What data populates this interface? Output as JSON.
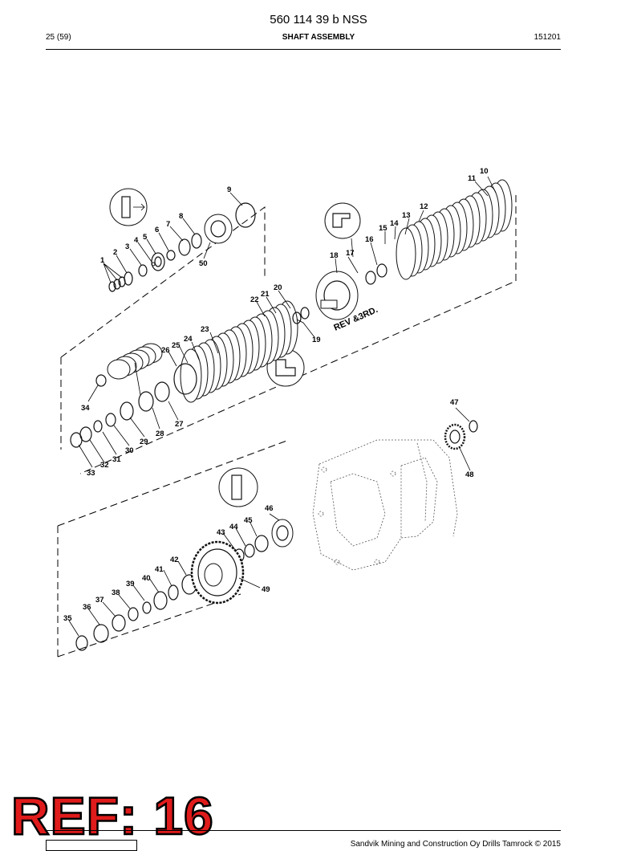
{
  "header": {
    "document_number": "560 114 39 b NSS",
    "page": "25 (59)",
    "section_title": "SHAFT ASSEMBLY",
    "date_code": "151201"
  },
  "diagram": {
    "callouts": [
      "1",
      "2",
      "3",
      "4",
      "5",
      "6",
      "7",
      "8",
      "9",
      "10",
      "11",
      "12",
      "13",
      "14",
      "15",
      "16",
      "17",
      "18",
      "19",
      "20",
      "21",
      "22",
      "23",
      "24",
      "25",
      "26",
      "27",
      "28",
      "29",
      "30",
      "31",
      "32",
      "33",
      "34",
      "35",
      "36",
      "37",
      "38",
      "39",
      "40",
      "41",
      "42",
      "43",
      "44",
      "45",
      "46",
      "47",
      "48",
      "49",
      "50"
    ],
    "annotation": "REV &3RD."
  },
  "stamp": {
    "text": "REF: 16"
  },
  "footer": {
    "copyright": "Sandvik Mining and Construction Oy Drills Tamrock © 2015"
  }
}
